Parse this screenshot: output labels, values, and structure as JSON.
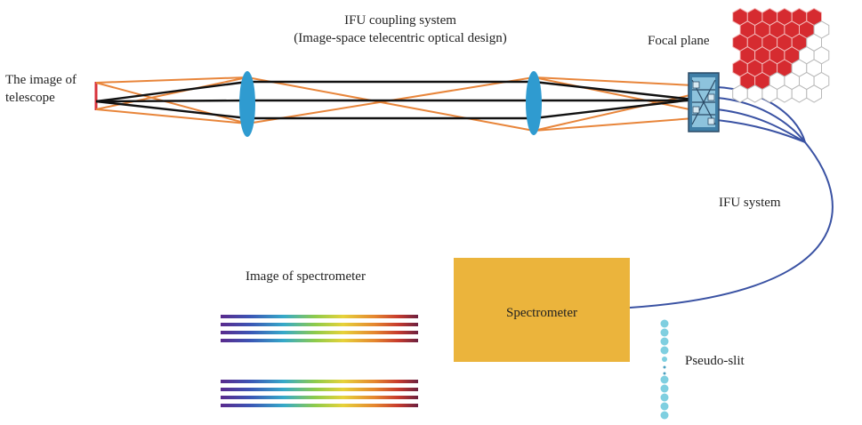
{
  "labels": {
    "coupling_title": "IFU coupling system",
    "coupling_subtitle": "(Image-space telecentric optical design)",
    "telescope_line1": "The image of",
    "telescope_line2": "telescope",
    "focal_plane": "Focal plane",
    "ifu_system": "IFU system",
    "image_of_spectrometer": "Image of spectrometer",
    "spectrometer": "Spectrometer",
    "pseudo_slit": "Pseudo-slit"
  },
  "colors": {
    "ray_orange": "#e8853a",
    "ray_black": "#111111",
    "lens_blue": "#2f9bd0",
    "telescope_red": "#d8323b",
    "fiber_blue": "#3a52a3",
    "hex_fill_red": "#d62b30",
    "spectrometer_fill": "#ebb43c",
    "slit_dot": "#7fcfe0"
  }
}
